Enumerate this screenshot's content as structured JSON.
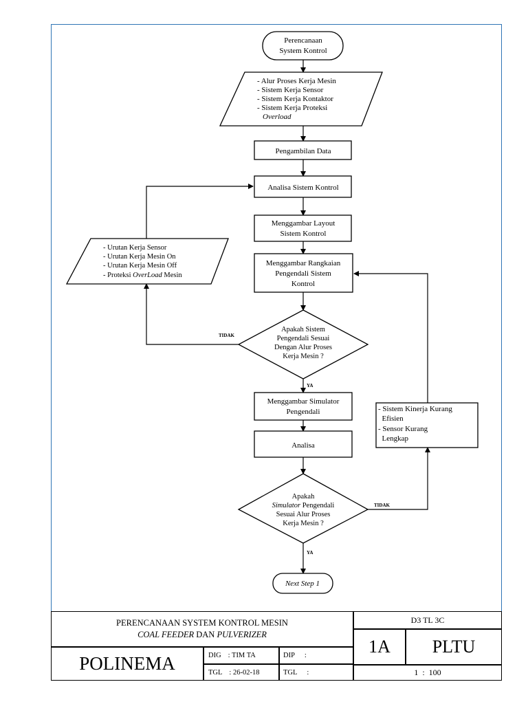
{
  "flowchart": {
    "start": {
      "line1": "Perencanaan",
      "line2": "System Kontrol"
    },
    "input_items": [
      "- Alur Proses Kerja Mesin",
      "- Sistem Kerja Sensor",
      "- Sistem Kerja Kontaktor",
      "- Sistem Kerja Proteksi"
    ],
    "input_last": "Overload",
    "step_pengambilan": "Pengambilan Data",
    "step_analisa_sistem": "Analisa Sistem Kontrol",
    "step_layout": {
      "line1": "Menggambar Layout",
      "line2": "Sistem Kontrol"
    },
    "step_rangkaian": {
      "line1": "Menggambar Rangkaian",
      "line2": "Pengendali Sistem",
      "line3": "Kontrol"
    },
    "decision1": {
      "line1": "Apakah Sistem",
      "line2": "Pengendali Sesuai",
      "line3": "Dengan Alur Proses",
      "line4": "Kerja Mesin  ?"
    },
    "left_io": {
      "items": [
        "- Urutan Kerja Sensor",
        "- Urutan Kerja Mesin On",
        "- Urutan Kerja Mesin Off"
      ],
      "last_prefix": "- Proteksi ",
      "last_italic": "OverLoad",
      "last_suffix": " Mesin"
    },
    "step_simulator": {
      "line1": "Menggambar Simulator",
      "line2": "Pengendali"
    },
    "step_analisa": "Analisa",
    "decision2": {
      "line1": "Apakah",
      "line2_italic": "Simulator",
      "line2_rest": "  Pengendali",
      "line3": "Sesuai Alur Proses",
      "line4": "Kerja Mesin ?"
    },
    "right_box": {
      "line1": "- Sistem Kinerja Kurang",
      "line2": "  Efisien",
      "line3": "- Sensor Kurang",
      "line4": "  Lengkap"
    },
    "end": "Next Step 1",
    "label_tidak_1": "TIDAK",
    "label_ya_1": "YA",
    "label_tidak_2": "TIDAK",
    "label_ya_2": "YA"
  },
  "title_block": {
    "title_line1": "PERENCANAAN SYSTEM KONTROL MESIN",
    "title_line2_italic1": "COAL FEEDER",
    "title_line2_mid": " DAN ",
    "title_line2_italic2": "PULVERIZER",
    "class": "D3 TL 3C",
    "code": "1A",
    "subject": "PLTU",
    "institution": "POLINEMA",
    "dig_label": "DIG",
    "dig_value": ": TIM TA",
    "dip_label": "DIP",
    "dip_value": ":",
    "tgl_label": "TGL",
    "tgl_value": ": 26-02-18",
    "tgl2_label": "TGL",
    "tgl2_value": ":",
    "scale": "1  :  100"
  }
}
